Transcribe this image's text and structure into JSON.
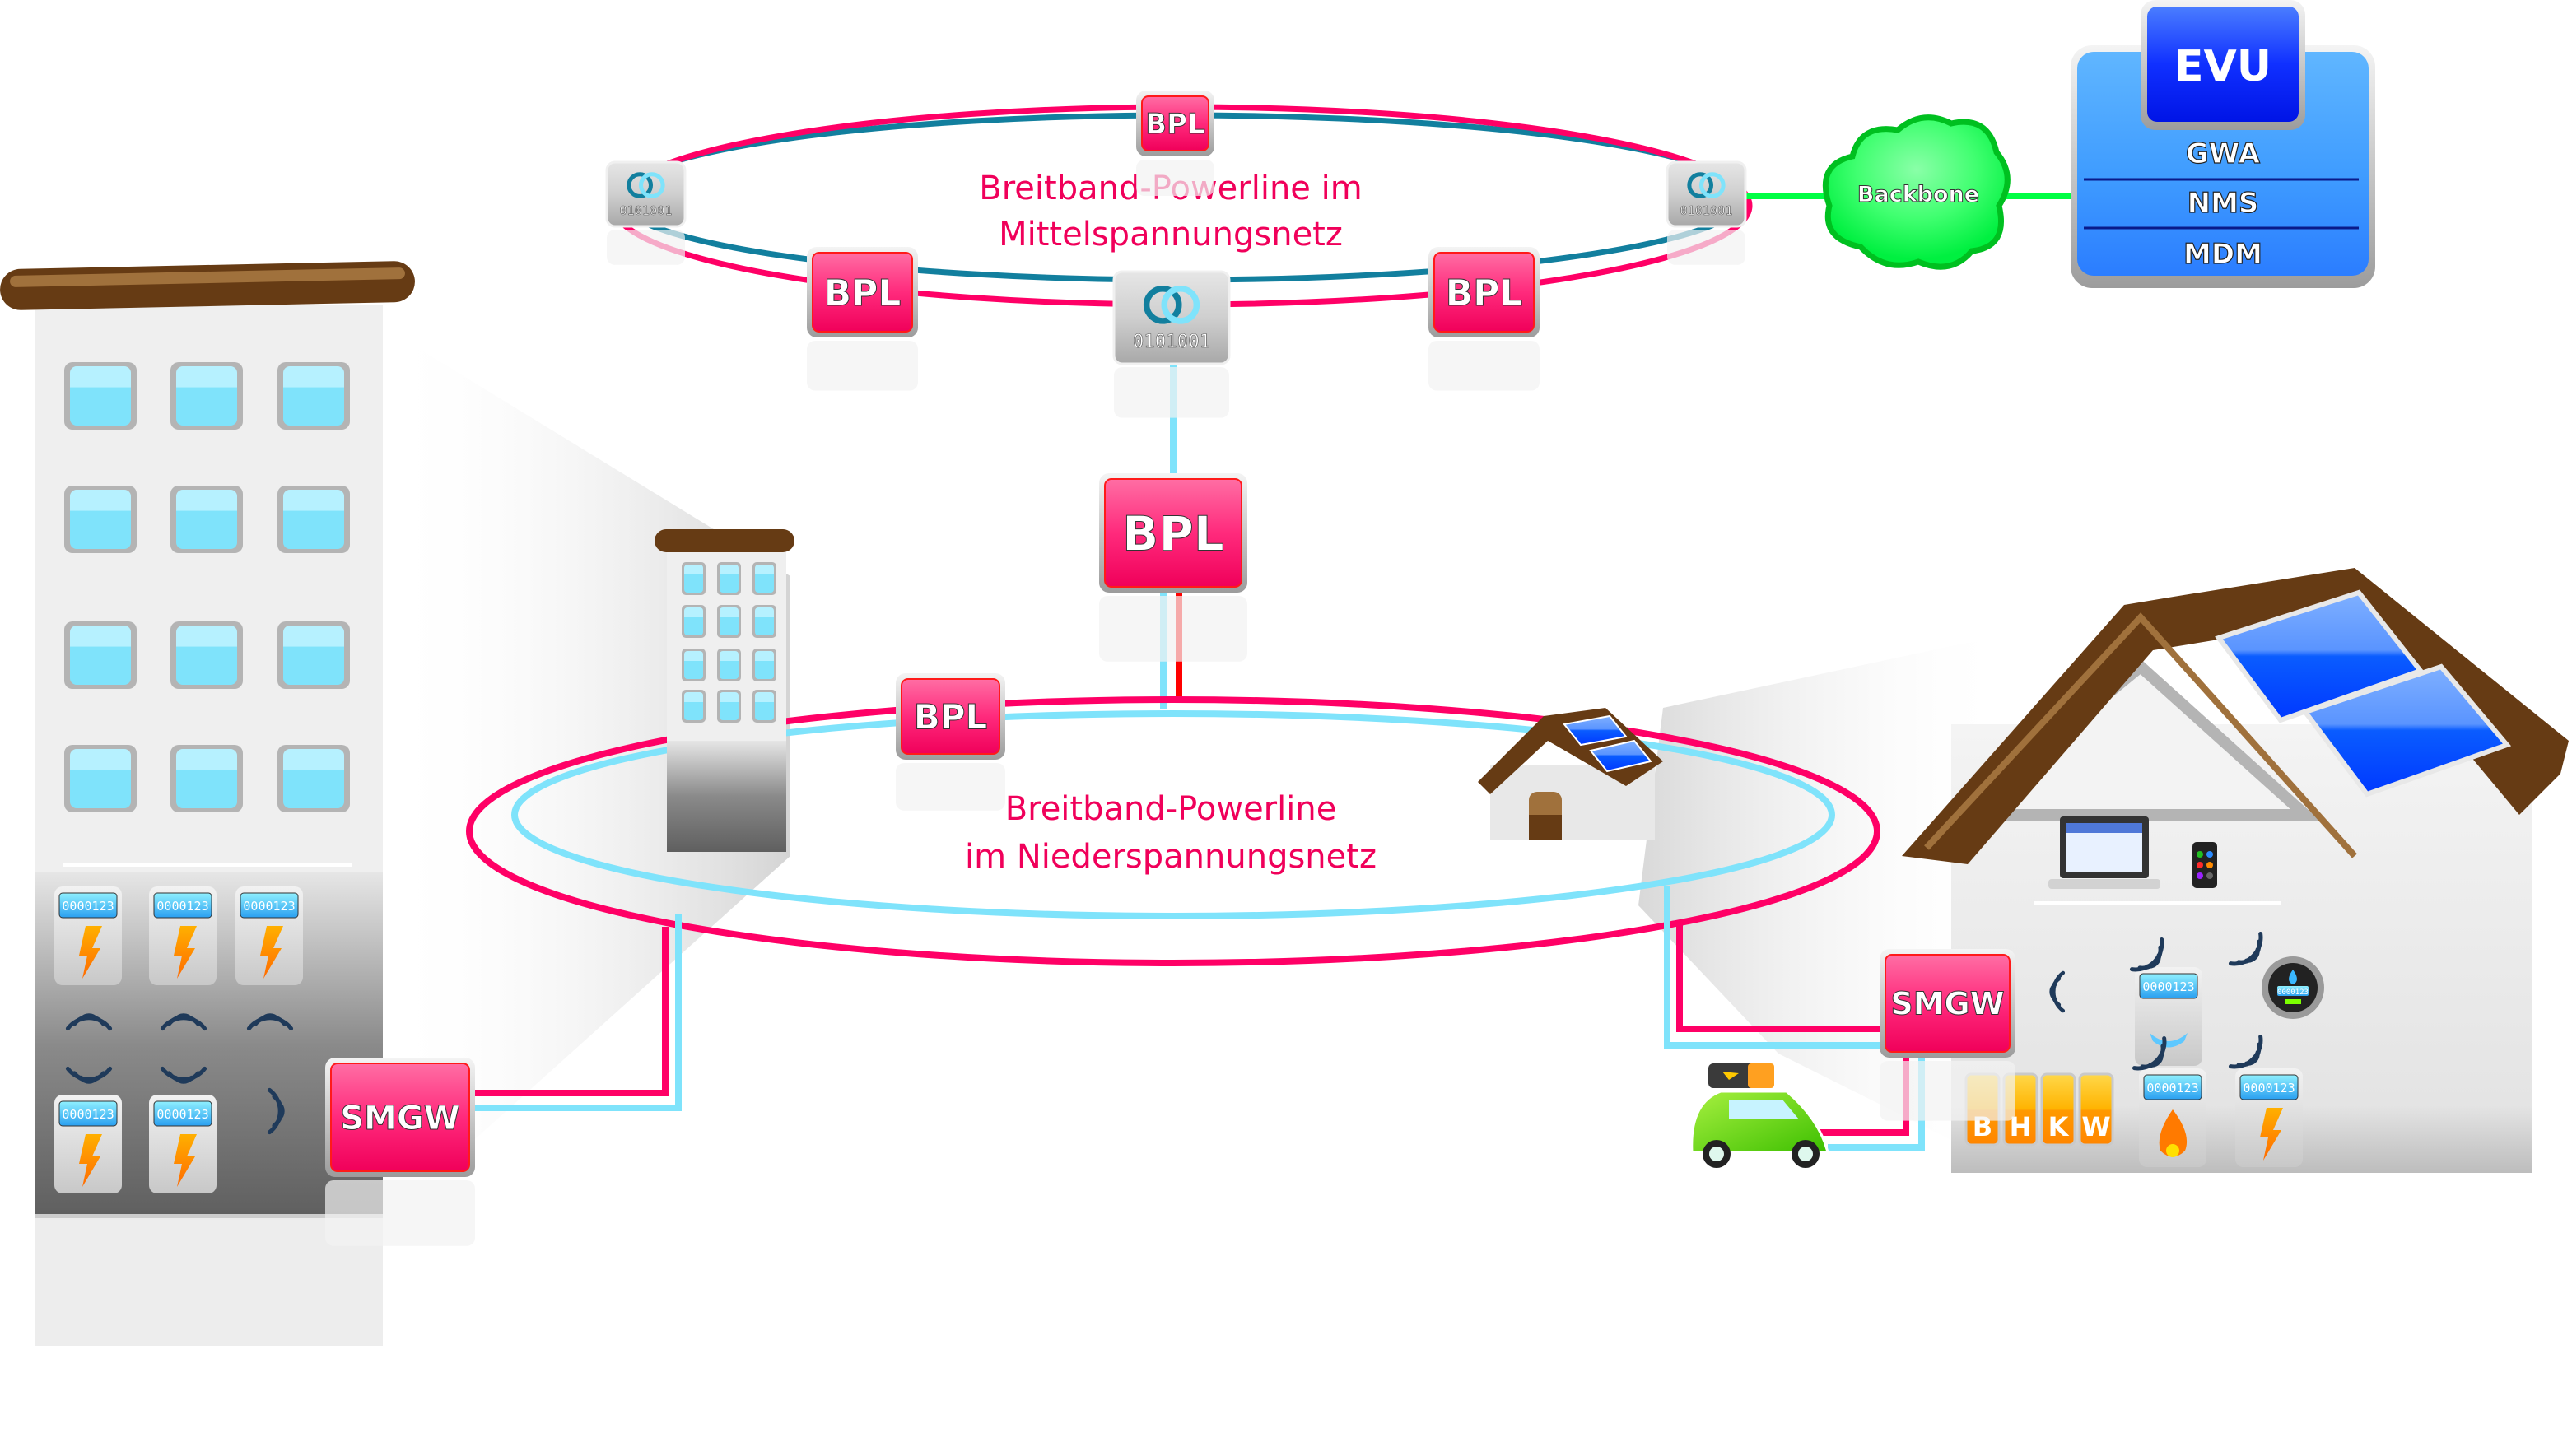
{
  "colors": {
    "bpl_pink": "#f0005a",
    "bpl_pink_light": "#ff5c96",
    "cable_pink": "#ff0066",
    "cable_teal": "#127f9e",
    "cable_cyan": "#7fe3fb",
    "cable_red": "#ff0000",
    "backbone_green": "#00ff44",
    "evu_blue": "#2b80ff",
    "evu_dark_blue": "#0014e6",
    "roof_brown": "#663b14",
    "window_blue": "#7fe3fb"
  },
  "medium_voltage_ring": {
    "label_line1": "Breitband-Powerline im",
    "label_line2": "Mittelspannungsnetz",
    "nodes": [
      {
        "type": "BPL",
        "label": "BPL",
        "position": "top"
      },
      {
        "type": "BPL",
        "label": "BPL",
        "position": "bottom-left"
      },
      {
        "type": "BPL",
        "label": "BPL",
        "position": "bottom-right"
      },
      {
        "type": "router",
        "label": "0101001",
        "position": "left"
      },
      {
        "type": "router",
        "label": "0101001",
        "position": "right"
      },
      {
        "type": "router",
        "label": "0101001",
        "position": "bottom-center"
      }
    ]
  },
  "link_bpl": {
    "label": "BPL"
  },
  "low_voltage_ring": {
    "label_line1": "Breitband-Powerline",
    "label_line2": "im Niederspannungsnetz",
    "nodes": [
      {
        "type": "BPL",
        "label": "BPL"
      }
    ]
  },
  "backbone": {
    "label": "Backbone"
  },
  "evu": {
    "title": "EVU",
    "rows": [
      "GWA",
      "NMS",
      "MDM"
    ]
  },
  "apartment_building": {
    "meter_reading": "0000123",
    "meter_count": 5,
    "gateway_label": "SMGW"
  },
  "house": {
    "gateway_label": "SMGW",
    "chp_letters": [
      "B",
      "H",
      "K",
      "W"
    ],
    "meters": [
      {
        "kind": "heat",
        "reading": "0000123"
      },
      {
        "kind": "water",
        "reading": "0000123"
      },
      {
        "kind": "gas",
        "reading": "0000123"
      },
      {
        "kind": "electricity",
        "reading": "0000123"
      }
    ],
    "devices": [
      "laptop",
      "smartphone"
    ]
  },
  "electric_car": {
    "label": "electric car with battery"
  }
}
